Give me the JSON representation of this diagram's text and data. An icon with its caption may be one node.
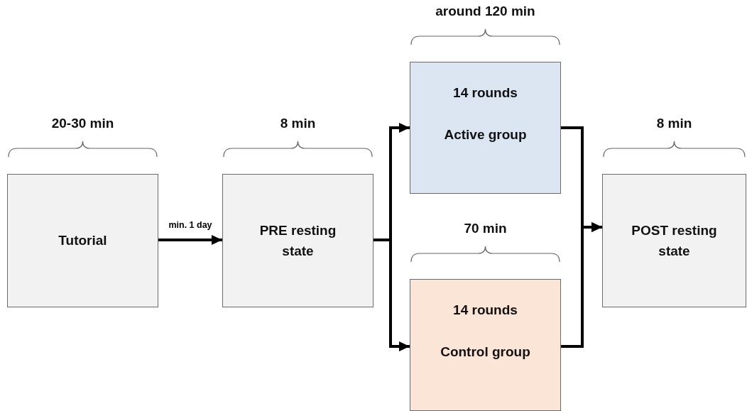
{
  "diagram": {
    "nodes": [
      {
        "text": [
          "Tutorial"
        ],
        "beside": [
          "20-30 min"
        ]
      },
      {
        "text": [
          "PRE resting state"
        ],
        "beside": [
          "8 min"
        ]
      },
      {
        "text": [
          "14 rounds",
          "Active group"
        ],
        "beside": [
          "around 120 min"
        ]
      },
      {
        "text": [
          "14 rounds",
          "Control group"
        ],
        "beside": [
          "70 min"
        ]
      },
      {
        "text": [
          "POST resting state"
        ],
        "beside": [
          "8 min"
        ]
      }
    ],
    "edges": [
      {
        "from": 0,
        "to": 1,
        "arrow": "to",
        "label": "min. 1 day"
      },
      {
        "from": 1,
        "to": 2,
        "arrow": "to"
      },
      {
        "from": 1,
        "to": 3,
        "arrow": "to"
      },
      {
        "from": 2,
        "to": 4,
        "arrow": "to"
      },
      {
        "from": 3,
        "to": 4,
        "arrow": "to"
      }
    ]
  }
}
